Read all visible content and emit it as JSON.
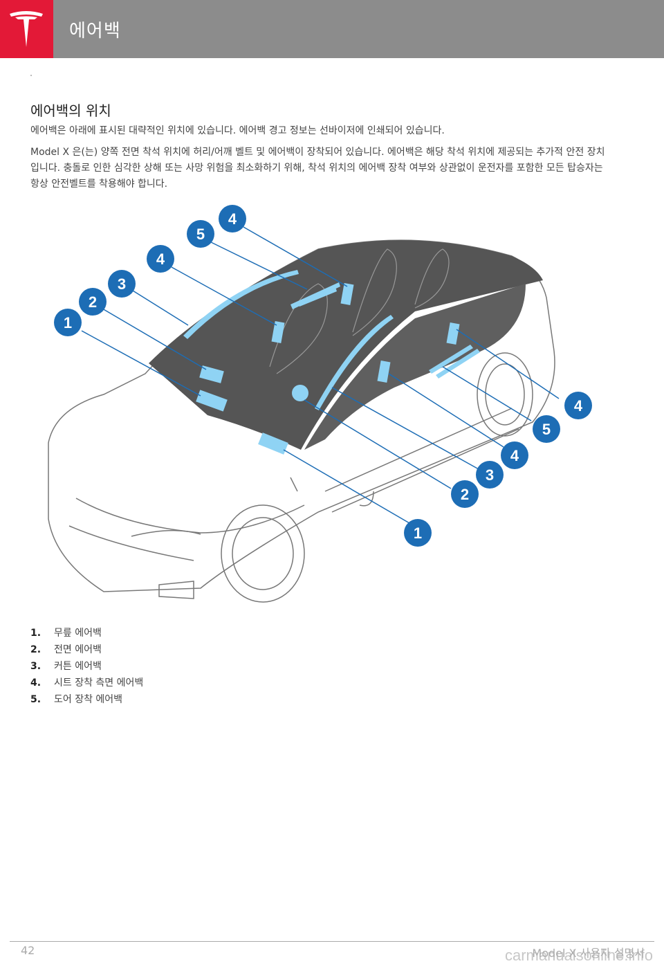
{
  "header": {
    "title": "에어백",
    "brand_color": "#e31937",
    "bar_color": "#8c8c8c"
  },
  "section": {
    "title": "에어백의 위치",
    "paragraph1": "에어백은 아래에 표시된 대략적인 위치에 있습니다. 에어백 경고 정보는 선바이저에 인쇄되어 있습니다.",
    "paragraph2": "Model X 은(는) 양쪽 전면 착석 위치에 허리/어깨 벨트 및 에어백이 장착되어 있습니다. 에어백은 해당 착석 위치에 제공되는 추가적 안전 장치입니다. 충돌로 인한 심각한 상해 또는 사망 위험을 최소화하기 위해, 착석 위치의 에어백 장착 여부와 상관없이 운전자를 포함한 모든 탑승자는 항상 안전벨트를 착용해야 합니다."
  },
  "diagram": {
    "callouts_left": [
      "1",
      "2",
      "3",
      "4",
      "5",
      "4"
    ],
    "callouts_right": [
      "4",
      "5",
      "4",
      "3",
      "2",
      "1"
    ],
    "airbag_color": "#8fd3f4",
    "callout_color": "#1d6db5"
  },
  "legend": [
    {
      "num": "1.",
      "label": "무릎 에어백"
    },
    {
      "num": "2.",
      "label": "전면 에어백"
    },
    {
      "num": "3.",
      "label": "커튼 에어백"
    },
    {
      "num": "4.",
      "label": "시트 장착 측면 에어백"
    },
    {
      "num": "5.",
      "label": "도어 장착 에어백"
    }
  ],
  "footer": {
    "page_number": "42",
    "manual_title": "Model X 사용자 설명서",
    "watermark": "carmanualsonline.info"
  }
}
